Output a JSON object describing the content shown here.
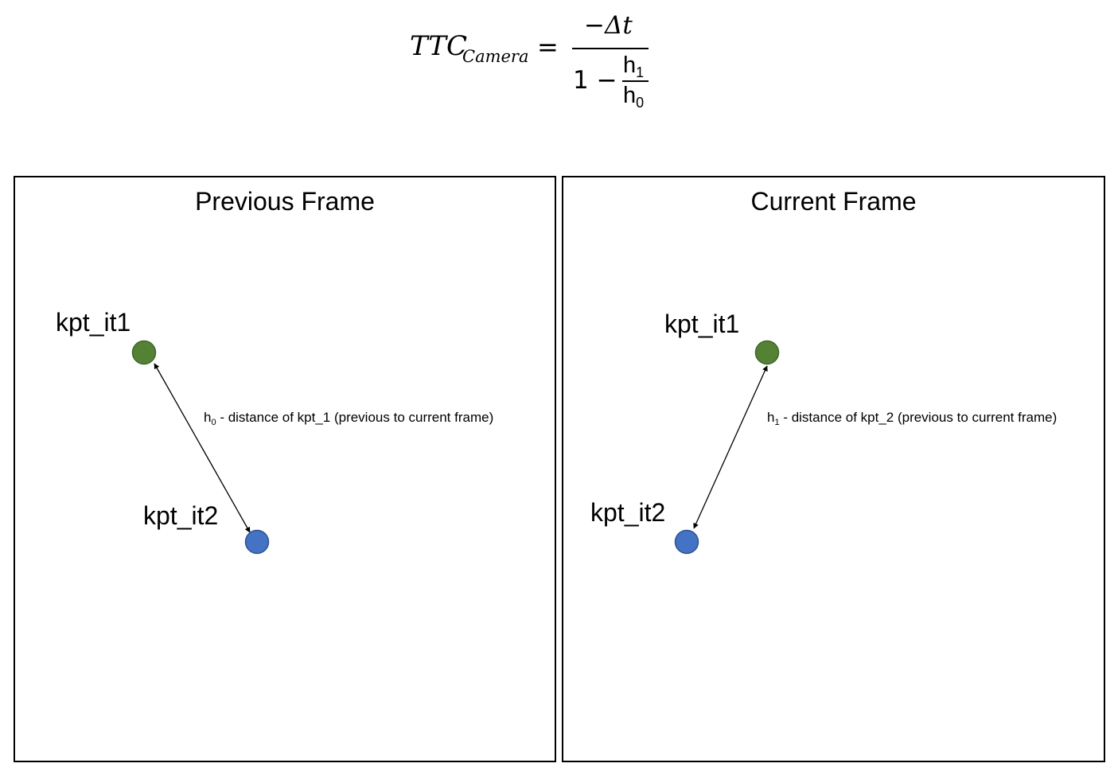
{
  "formula": {
    "lhs": "TTC",
    "lhs_subscript": "Camera",
    "equals": "=",
    "numerator": "−Δt",
    "denominator_prefix": "1 −",
    "inner_numerator": "h",
    "inner_numerator_subscript": "1",
    "inner_denominator": "h",
    "inner_denominator_subscript": "0"
  },
  "frames": {
    "previous": {
      "title": "Previous Frame",
      "kpt1_label": "kpt_it1",
      "kpt2_label": "kpt_it2",
      "distance_symbol": "h",
      "distance_subscript": "0",
      "distance_text": " - distance of kpt_1 (previous to current frame)"
    },
    "current": {
      "title": "Current Frame",
      "kpt1_label": "kpt_it1",
      "kpt2_label": "kpt_it2",
      "distance_symbol": "h",
      "distance_subscript": "1",
      "distance_text": " - distance of kpt_2 (previous to current frame)"
    }
  },
  "colors": {
    "kpt1_fill": "#548235",
    "kpt1_stroke": "#3f6527",
    "kpt2_fill": "#4472c4",
    "kpt2_stroke": "#2f528f",
    "line": "#000000"
  }
}
